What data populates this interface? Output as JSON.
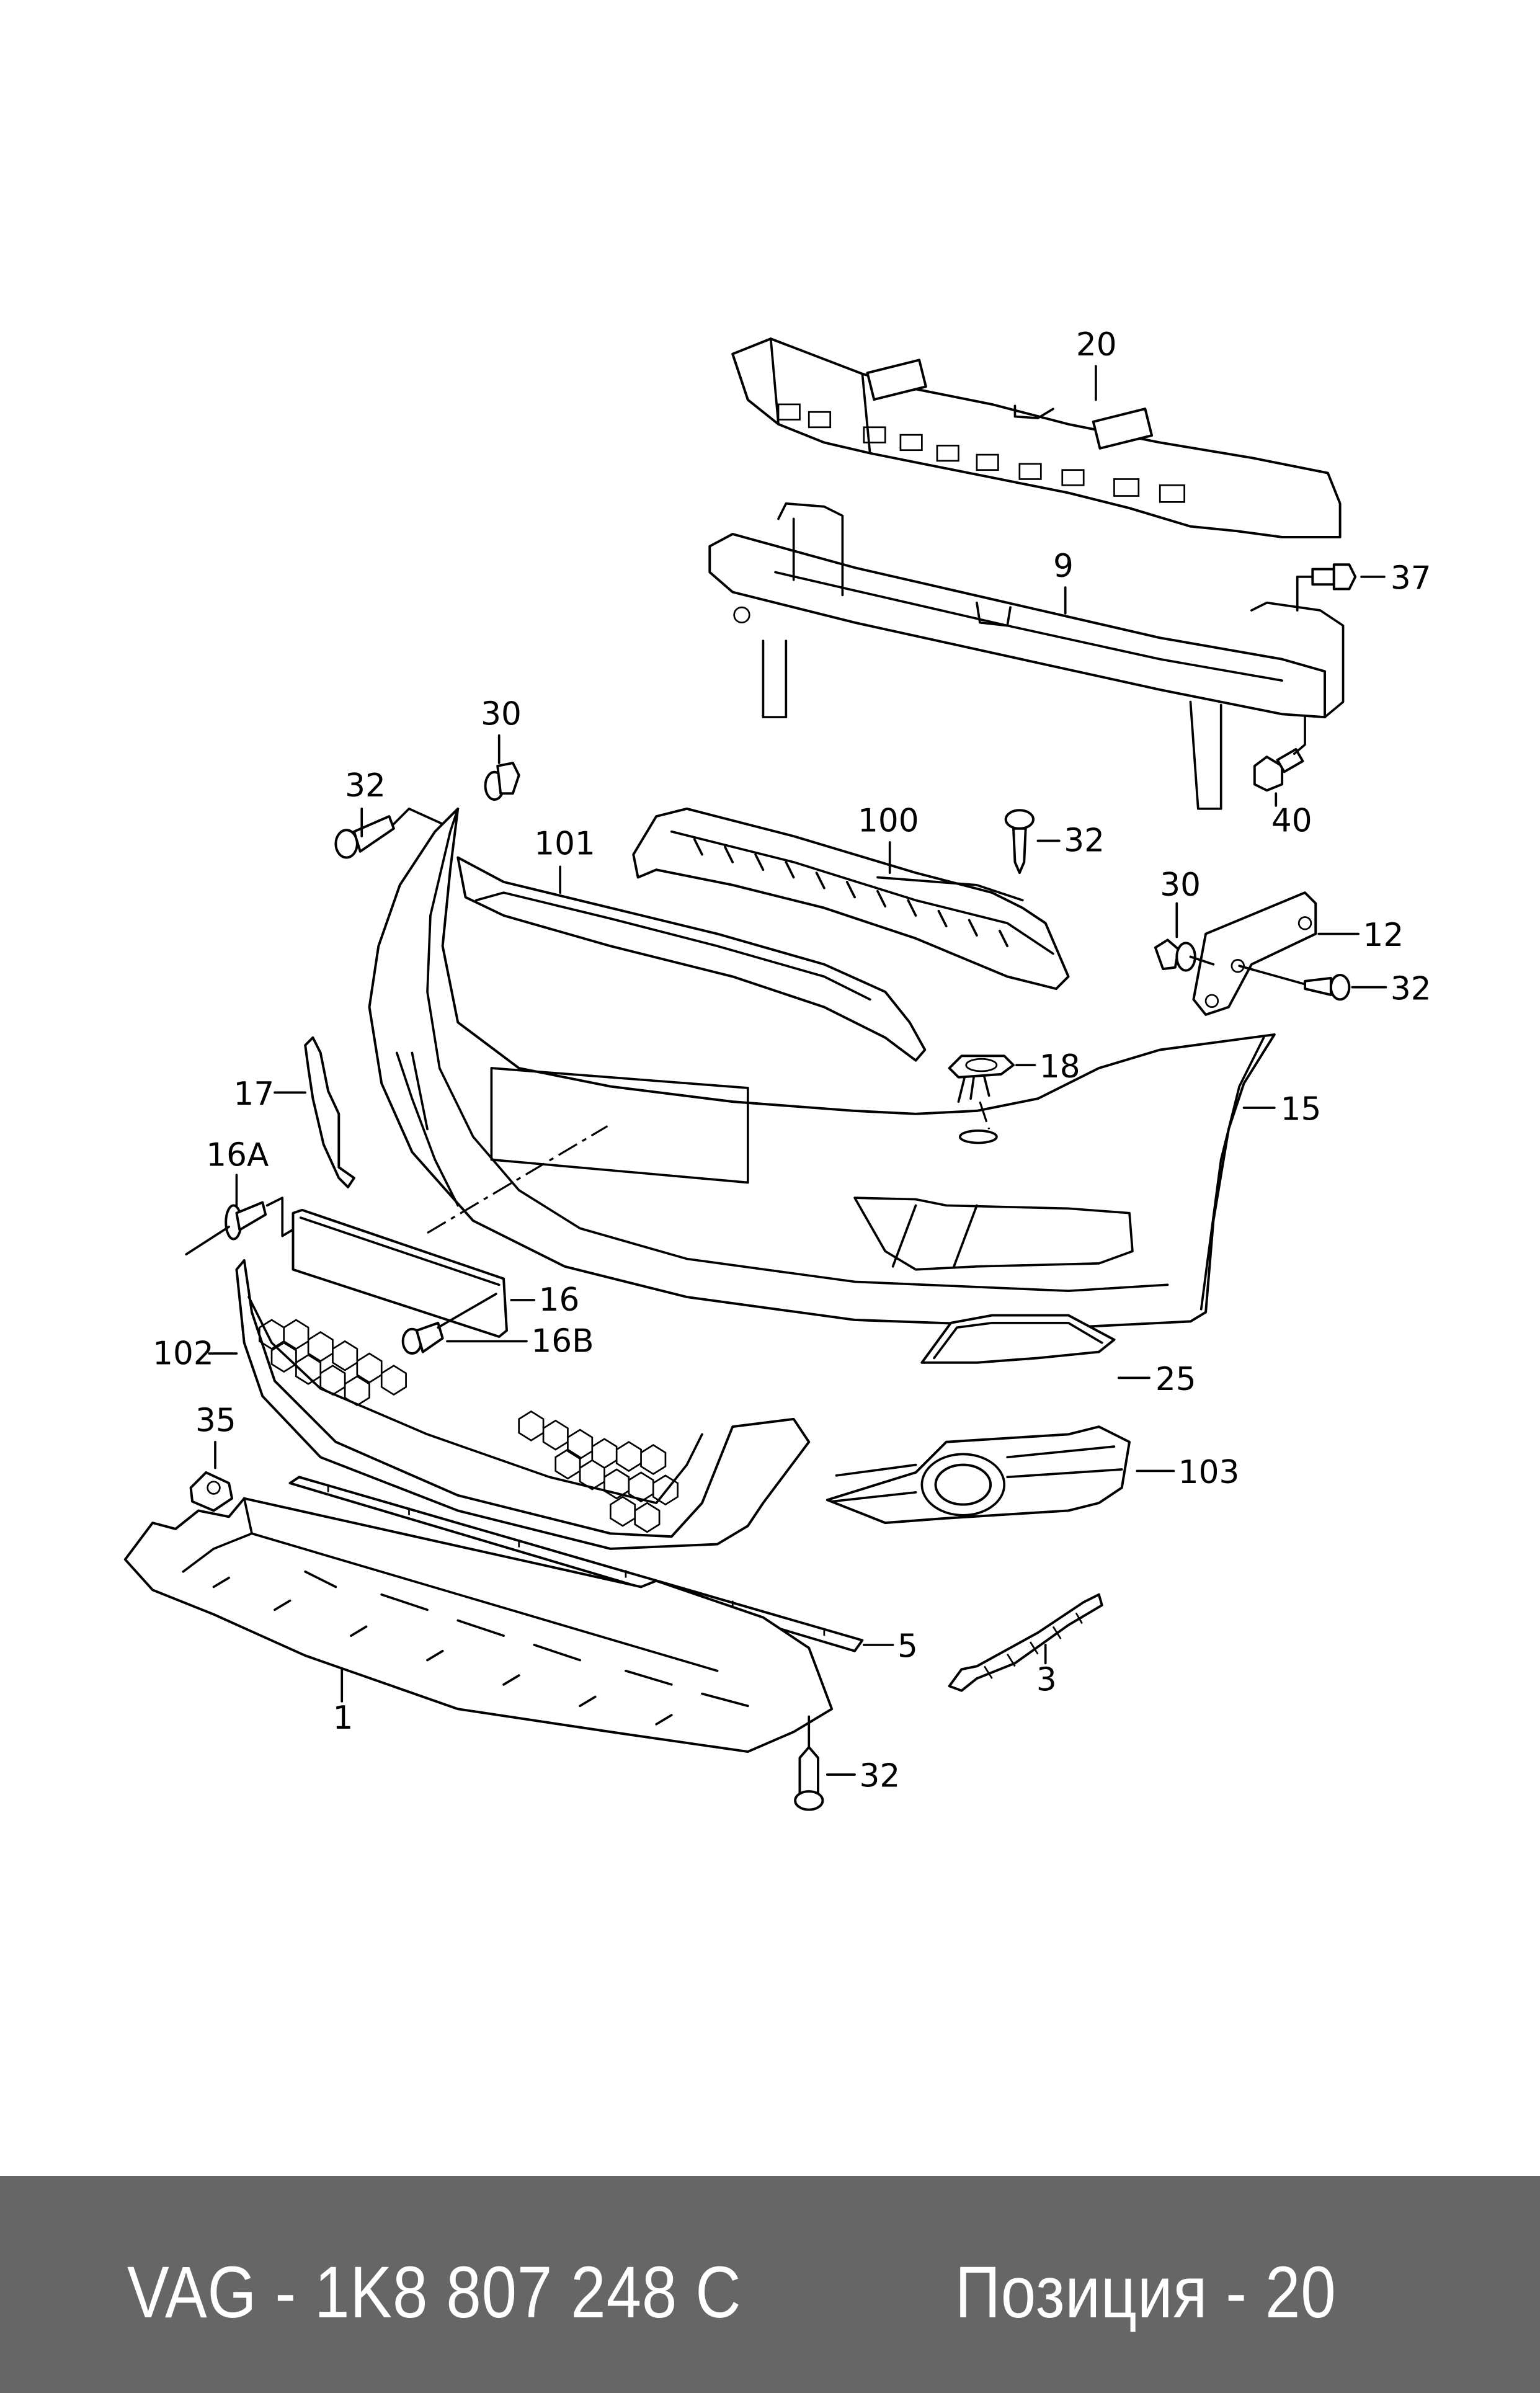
{
  "diagram": {
    "title": "Front bumper exploded parts diagram",
    "callouts": [
      {
        "id": "20",
        "part": "impact-absorber"
      },
      {
        "id": "9",
        "part": "bumper-reinforcement-beam"
      },
      {
        "id": "37",
        "part": "hex-bolt"
      },
      {
        "id": "40",
        "part": "hex-bolt"
      },
      {
        "id": "30",
        "part": "clip-nut"
      },
      {
        "id": "32",
        "part": "screw"
      },
      {
        "id": "101",
        "part": "upper-grille-trim"
      },
      {
        "id": "100",
        "part": "air-guide"
      },
      {
        "id": "12",
        "part": "bumper-guide-bracket"
      },
      {
        "id": "18",
        "part": "washer-jet-cap"
      },
      {
        "id": "15",
        "part": "bumper-cover"
      },
      {
        "id": "17",
        "part": "side-trim"
      },
      {
        "id": "16A",
        "part": "rivet"
      },
      {
        "id": "16",
        "part": "license-plate-bracket"
      },
      {
        "id": "16B",
        "part": "expanding-nut"
      },
      {
        "id": "102",
        "part": "lower-grille"
      },
      {
        "id": "35",
        "part": "speed-nut"
      },
      {
        "id": "25",
        "part": "trim-strip"
      },
      {
        "id": "103",
        "part": "fog-light-grille"
      },
      {
        "id": "5",
        "part": "spoiler-strip"
      },
      {
        "id": "3",
        "part": "bracket"
      },
      {
        "id": "1",
        "part": "underbody-panel"
      }
    ],
    "labels": {
      "l20": "20",
      "l9": "9",
      "l37": "37",
      "l40": "40",
      "l30a": "30",
      "l32a": "32",
      "l101": "101",
      "l100": "100",
      "l32b": "32",
      "l30b": "30",
      "l12": "12",
      "l32c": "32",
      "l18": "18",
      "l15": "15",
      "l17": "17",
      "l16A": "16A",
      "l16": "16",
      "l16B": "16B",
      "l102": "102",
      "l35": "35",
      "l25": "25",
      "l103": "103",
      "l5": "5",
      "l3": "3",
      "l1": "1",
      "l32d": "32"
    }
  },
  "footer": {
    "part_number": "VAG - 1K8 807 248 C",
    "position": "Позиция - 20",
    "background": "#666666",
    "text_color": "#ffffff"
  }
}
